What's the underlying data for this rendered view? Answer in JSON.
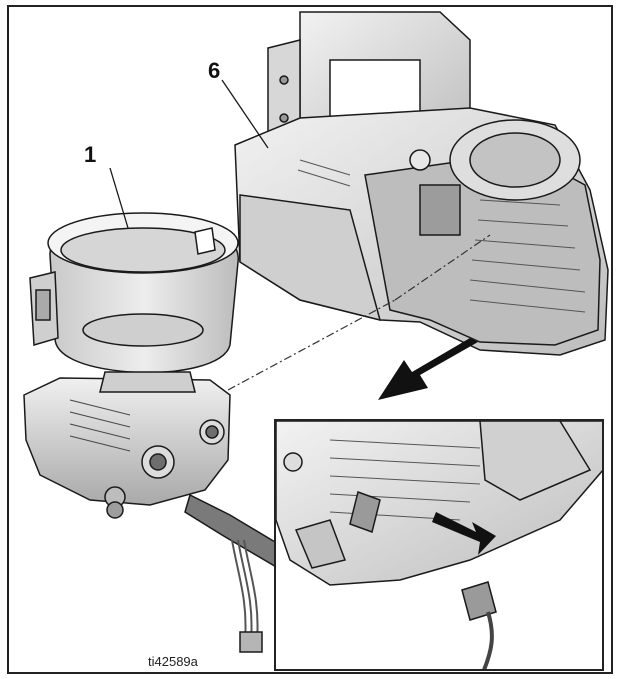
{
  "diagram": {
    "callouts": [
      {
        "id": "callout-1",
        "label": "1"
      },
      {
        "id": "callout-6",
        "label": "6"
      }
    ],
    "figure_id": "ti42589a",
    "colors": {
      "outline": "#1a1a1a",
      "part_light": "#e4e4e4",
      "part_mid": "#c8c8c8",
      "part_dark": "#8e8e8e",
      "arrow": "#111111"
    }
  }
}
